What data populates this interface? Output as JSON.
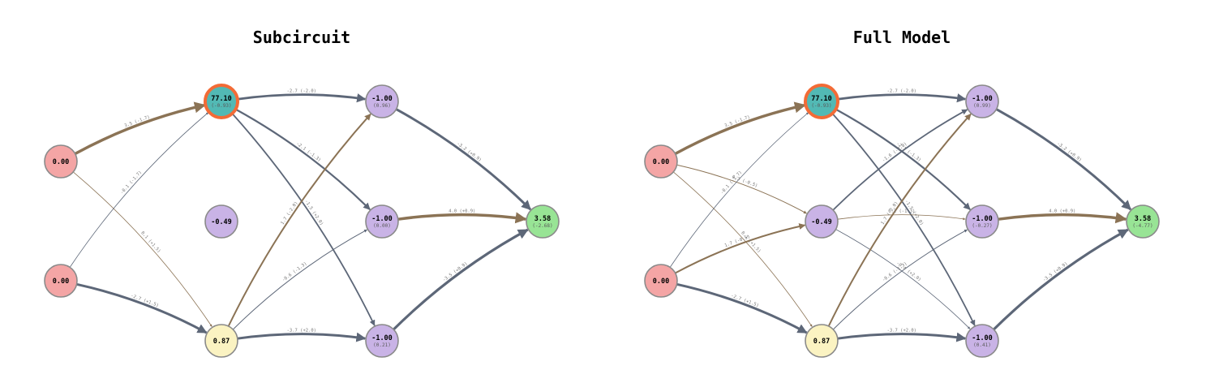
{
  "colors": {
    "input": "#f4a5a5",
    "target": "#52b9b4",
    "target_ring": "#f36b36",
    "hidden": "#c9b3e6",
    "mid": "#fbf3c2",
    "output": "#98e495",
    "stroke": "#8a8a8a",
    "neg_edge": "#5d6778",
    "pos_edge": "#8b7355"
  },
  "panels": [
    {
      "title": "Subcircuit",
      "nodes": [
        {
          "id": "in1",
          "value": "0.00",
          "sub": "",
          "kind": "input"
        },
        {
          "id": "in2",
          "value": "0.00",
          "sub": "",
          "kind": "input"
        },
        {
          "id": "h_top",
          "value": "77.10",
          "sub": "(-0.93)",
          "kind": "target"
        },
        {
          "id": "h_mid",
          "value": "-0.49",
          "sub": "",
          "kind": "hidden"
        },
        {
          "id": "h_bot",
          "value": "0.87",
          "sub": "",
          "kind": "mid"
        },
        {
          "id": "o_top",
          "value": "-1.00",
          "sub": "(0.96)",
          "kind": "hidden"
        },
        {
          "id": "o_mid",
          "value": "-1.00",
          "sub": "(0.00)",
          "kind": "hidden"
        },
        {
          "id": "o_bot",
          "value": "-1.00",
          "sub": "(0.21)",
          "kind": "hidden"
        },
        {
          "id": "out",
          "value": "3.58",
          "sub": "(-2.68)",
          "kind": "output"
        }
      ],
      "edges": [
        {
          "from": "in1",
          "to": "h_top",
          "label": "3.5 (-1.7)",
          "sign": "pos",
          "w": 3.5
        },
        {
          "from": "in1",
          "to": "h_bot",
          "label": "0.1 (+1.5)",
          "sign": "pos",
          "w": 0.8
        },
        {
          "from": "in2",
          "to": "h_top",
          "label": "-0.1 (-1.7)",
          "sign": "neg",
          "w": 0.8
        },
        {
          "from": "in2",
          "to": "h_bot",
          "label": "-2.7 (+1.5)",
          "sign": "neg",
          "w": 3
        },
        {
          "from": "h_top",
          "to": "o_top",
          "label": "-2.7 (-2.0)",
          "sign": "neg",
          "w": 2.8
        },
        {
          "from": "h_top",
          "to": "o_mid",
          "label": "-2.1 (-1.3)",
          "sign": "neg",
          "w": 2.2
        },
        {
          "from": "h_top",
          "to": "o_bot",
          "label": "-1.5 (+2.0)",
          "sign": "neg",
          "w": 1.8
        },
        {
          "from": "h_bot",
          "to": "o_top",
          "label": "1.7 (-2.0)",
          "sign": "pos",
          "w": 2
        },
        {
          "from": "h_bot",
          "to": "o_mid",
          "label": "-0.6 (-1.3)",
          "sign": "neg",
          "w": 1
        },
        {
          "from": "h_bot",
          "to": "o_bot",
          "label": "-3.7 (+2.0)",
          "sign": "neg",
          "w": 3
        },
        {
          "from": "o_top",
          "to": "out",
          "label": "-3.2 (+0.9)",
          "sign": "neg",
          "w": 3
        },
        {
          "from": "o_mid",
          "to": "out",
          "label": "4.0 (+0.9)",
          "sign": "pos",
          "w": 3.5
        },
        {
          "from": "o_bot",
          "to": "out",
          "label": "-3.5 (+0.9)",
          "sign": "neg",
          "w": 3.2
        }
      ]
    },
    {
      "title": "Full Model",
      "nodes": [
        {
          "id": "in1",
          "value": "0.00",
          "sub": "",
          "kind": "input"
        },
        {
          "id": "in2",
          "value": "0.00",
          "sub": "",
          "kind": "input"
        },
        {
          "id": "h_top",
          "value": "77.10",
          "sub": "(-0.93)",
          "kind": "target"
        },
        {
          "id": "h_mid",
          "value": "-0.49",
          "sub": "",
          "kind": "hidden"
        },
        {
          "id": "h_bot",
          "value": "0.87",
          "sub": "",
          "kind": "mid"
        },
        {
          "id": "o_top",
          "value": "-1.00",
          "sub": "(0.99)",
          "kind": "hidden"
        },
        {
          "id": "o_mid",
          "value": "-1.00",
          "sub": "(-0.27)",
          "kind": "hidden"
        },
        {
          "id": "o_bot",
          "value": "-1.00",
          "sub": "(0.41)",
          "kind": "hidden"
        },
        {
          "id": "out",
          "value": "3.58",
          "sub": "(-4.77)",
          "kind": "output"
        }
      ],
      "edges": [
        {
          "from": "in1",
          "to": "h_top",
          "label": "3.5 (-1.7)",
          "sign": "pos",
          "w": 3.5
        },
        {
          "from": "in1",
          "to": "h_mid",
          "label": "0.3 (-0.5)",
          "sign": "pos",
          "w": 1
        },
        {
          "from": "in1",
          "to": "h_bot",
          "label": "0.1 (+1.5)",
          "sign": "pos",
          "w": 0.8
        },
        {
          "from": "in2",
          "to": "h_top",
          "label": "-0.1 (-1.7)",
          "sign": "neg",
          "w": 0.8
        },
        {
          "from": "in2",
          "to": "h_mid",
          "label": "1.7 (-0.5)",
          "sign": "pos",
          "w": 2
        },
        {
          "from": "in2",
          "to": "h_bot",
          "label": "-2.7 (+1.5)",
          "sign": "neg",
          "w": 3
        },
        {
          "from": "h_top",
          "to": "o_top",
          "label": "-2.7 (-2.0)",
          "sign": "neg",
          "w": 2.8
        },
        {
          "from": "h_top",
          "to": "o_mid",
          "label": "-2.1 (-1.3)",
          "sign": "neg",
          "w": 2.2
        },
        {
          "from": "h_top",
          "to": "o_bot",
          "label": "-1.5 (+2.0)",
          "sign": "neg",
          "w": 1.8
        },
        {
          "from": "h_mid",
          "to": "o_top",
          "label": "-1.6 (-2.0)",
          "sign": "neg",
          "w": 1.8
        },
        {
          "from": "h_mid",
          "to": "o_mid",
          "label": "0.2 (-1.3)",
          "sign": "pos",
          "w": 0.8
        },
        {
          "from": "h_mid",
          "to": "o_bot",
          "label": "-0.4 (+2.0)",
          "sign": "neg",
          "w": 0.8
        },
        {
          "from": "h_bot",
          "to": "o_top",
          "label": "1.7 (-2.0)",
          "sign": "pos",
          "w": 2
        },
        {
          "from": "h_bot",
          "to": "o_mid",
          "label": "-0.6 (-1.3)",
          "sign": "neg",
          "w": 1
        },
        {
          "from": "h_bot",
          "to": "o_bot",
          "label": "-3.7 (+2.0)",
          "sign": "neg",
          "w": 3
        },
        {
          "from": "o_top",
          "to": "out",
          "label": "-3.2 (+0.9)",
          "sign": "neg",
          "w": 3
        },
        {
          "from": "o_mid",
          "to": "out",
          "label": "4.0 (+0.9)",
          "sign": "pos",
          "w": 3.5
        },
        {
          "from": "o_bot",
          "to": "out",
          "label": "-3.5 (+0.9)",
          "sign": "neg",
          "w": 3.2
        }
      ]
    }
  ]
}
